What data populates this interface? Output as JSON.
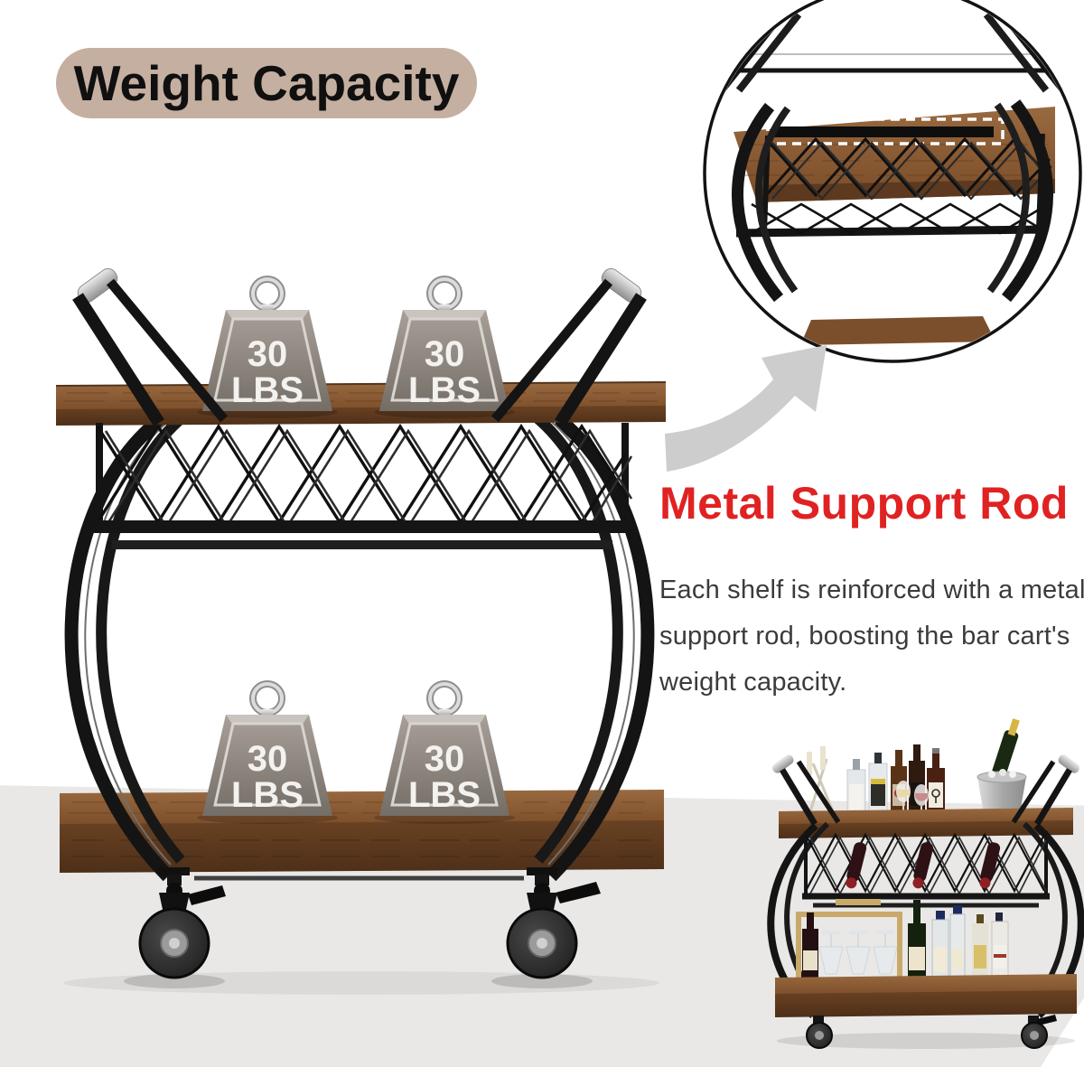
{
  "header": {
    "title": "Weight Capacity",
    "badge_color": "#c5afa0",
    "text_color": "#101010"
  },
  "feature": {
    "heading": "Metal Support Rod",
    "heading_color": "#e02222",
    "body_color": "#3b3b3b",
    "body_lines": [
      "Each shelf is reinforced with a metal",
      "support rod, boosting the bar cart's",
      "weight capacity."
    ]
  },
  "weights": {
    "count": 4,
    "line1": "30",
    "line2": "LBS",
    "label_color": "#f3f2ef",
    "body_color": "#8f887f"
  },
  "callout": {
    "shape": "magnifier-circle",
    "border_color": "#131313",
    "highlight_style": "dashed-rectangle",
    "highlight_color": "#ffffff"
  },
  "arrow": {
    "shape": "curved-swoosh-arrow",
    "direction": "up-right",
    "color": "#cdcdcd"
  },
  "palette": {
    "background": "#ffffff",
    "floor": "#e9e8e6",
    "wood": "#8a5a36",
    "wood_dark": "#5e3a1f",
    "frame_black": "#141414",
    "chrome": "#d9d9d9"
  }
}
